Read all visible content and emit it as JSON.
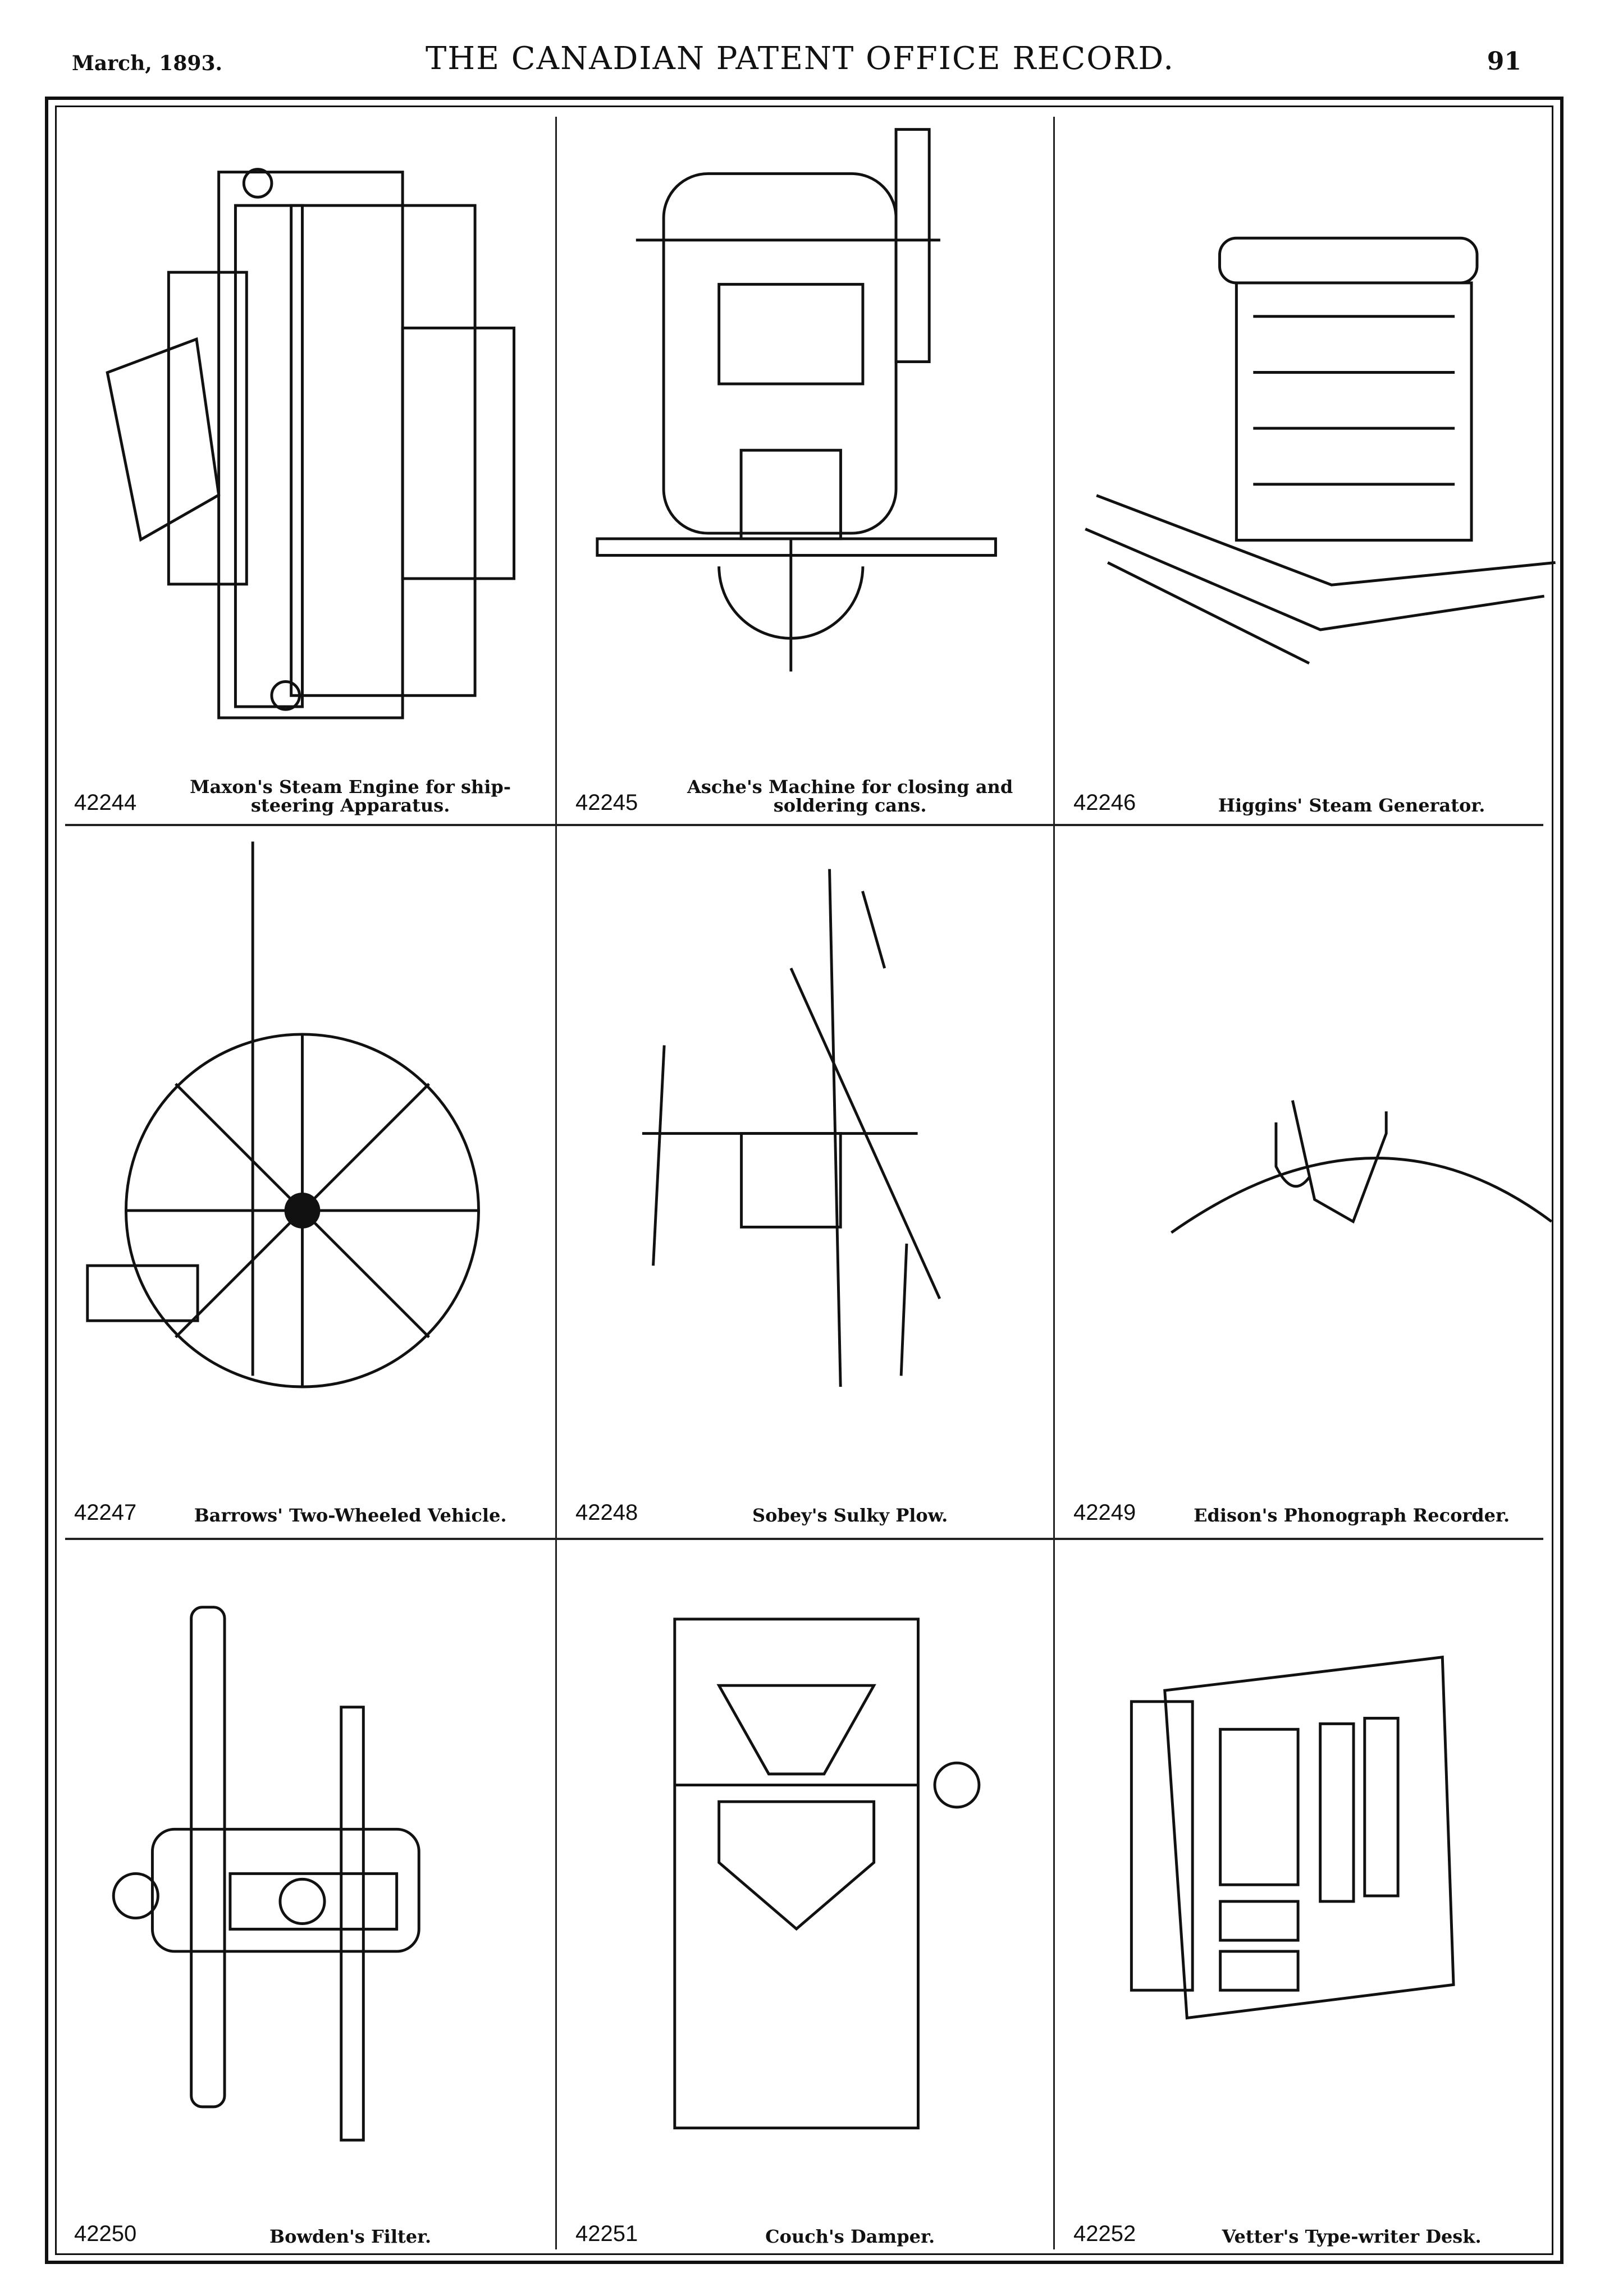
{
  "header": {
    "date": "March, 1893.",
    "title": "THE CANADIAN PATENT OFFICE RECORD.",
    "page": "91"
  },
  "patents": [
    {
      "number": "42244",
      "caption": "Maxon's Steam Engine for ship-steering Apparatus.",
      "icon": "steam-engine-drawing"
    },
    {
      "number": "42245",
      "caption": "Asche's Machine for closing and soldering cans.",
      "icon": "can-machine-drawing"
    },
    {
      "number": "42246",
      "caption": "Higgins' Steam Generator.",
      "icon": "steam-generator-drawing"
    },
    {
      "number": "42247",
      "caption": "Barrows' Two-Wheeled Vehicle.",
      "icon": "vehicle-drawing"
    },
    {
      "number": "42248",
      "caption": "Sobey's Sulky Plow.",
      "icon": "plow-drawing"
    },
    {
      "number": "42249",
      "caption": "Edison's Phonograph Recorder.",
      "icon": "phonograph-drawing"
    },
    {
      "number": "42250",
      "caption": "Bowden's Filter.",
      "icon": "filter-drawing"
    },
    {
      "number": "42251",
      "caption": "Couch's Damper.",
      "icon": "damper-drawing"
    },
    {
      "number": "42252",
      "caption": "Vetter's Type-writer Desk.",
      "icon": "desk-drawing"
    }
  ]
}
